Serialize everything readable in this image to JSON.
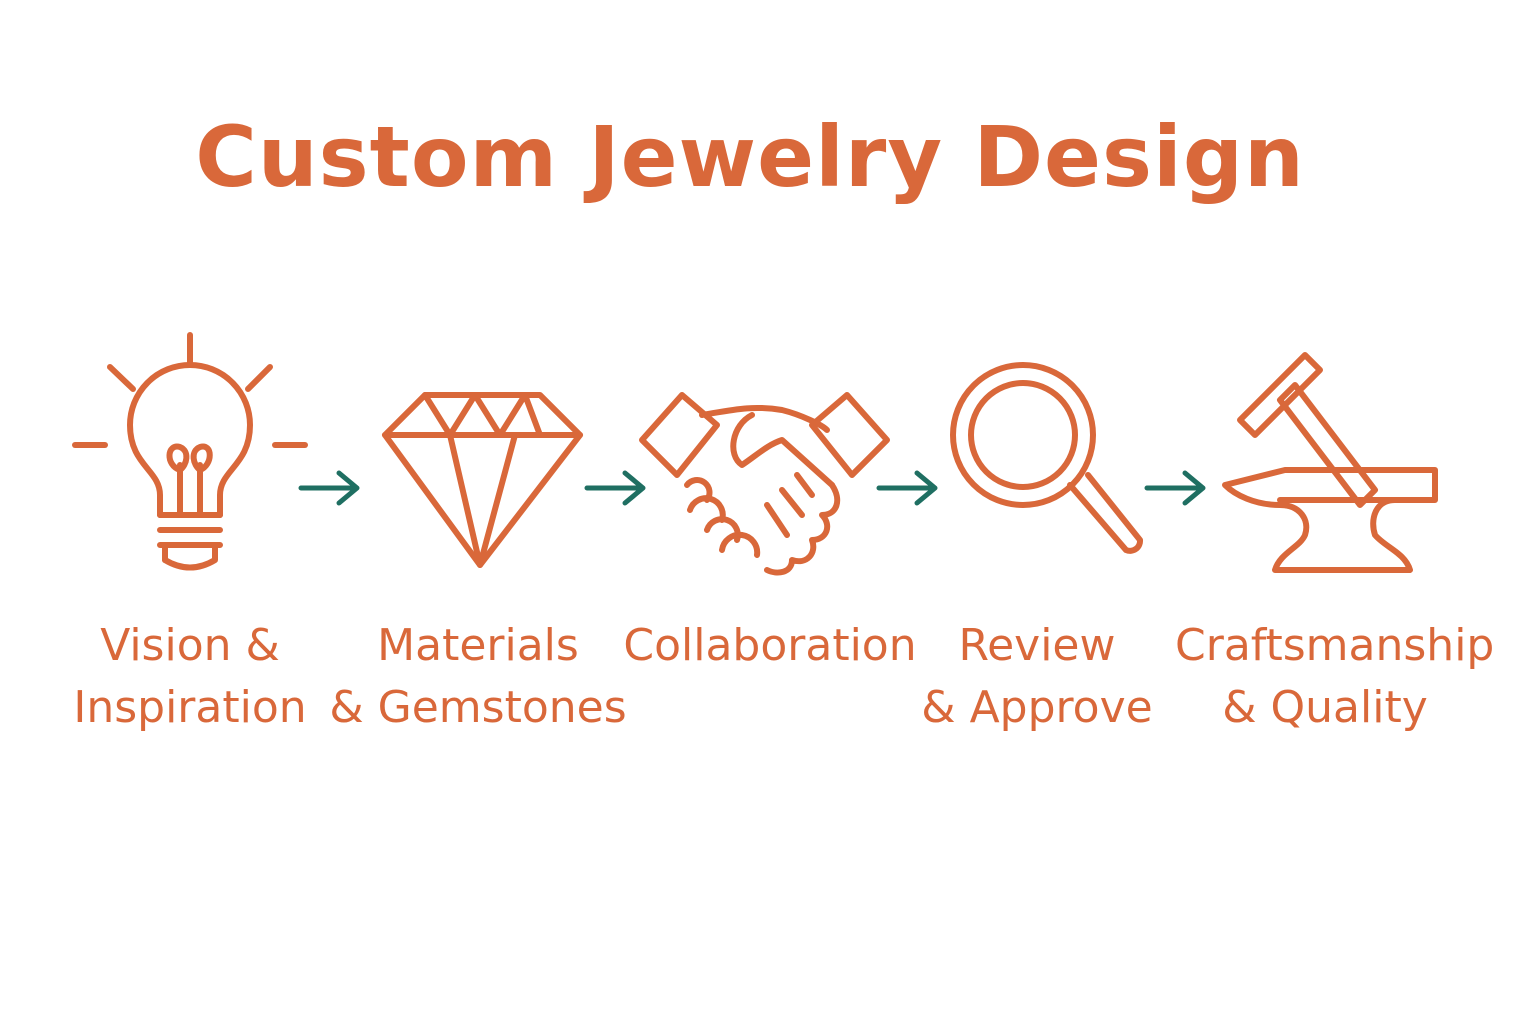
{
  "title": "Custom Jewelry Design",
  "colors": {
    "accent": "#D9683A",
    "arrow": "#1F6F62",
    "background": "#FFFFFF"
  },
  "steps": [
    {
      "icon": "lightbulb-icon",
      "line1": "Vision &",
      "line2": "Inspiration"
    },
    {
      "icon": "diamond-icon",
      "line1": "Materials",
      "line2": "& Gemstones"
    },
    {
      "icon": "handshake-icon",
      "line1": "Collaboration",
      "line2": ""
    },
    {
      "icon": "magnifying-glass-icon",
      "line1": "Review",
      "line2": "& Approve"
    },
    {
      "icon": "hammer-anvil-icon",
      "line1": "Craftsmanship",
      "line2": "& Quality"
    }
  ]
}
